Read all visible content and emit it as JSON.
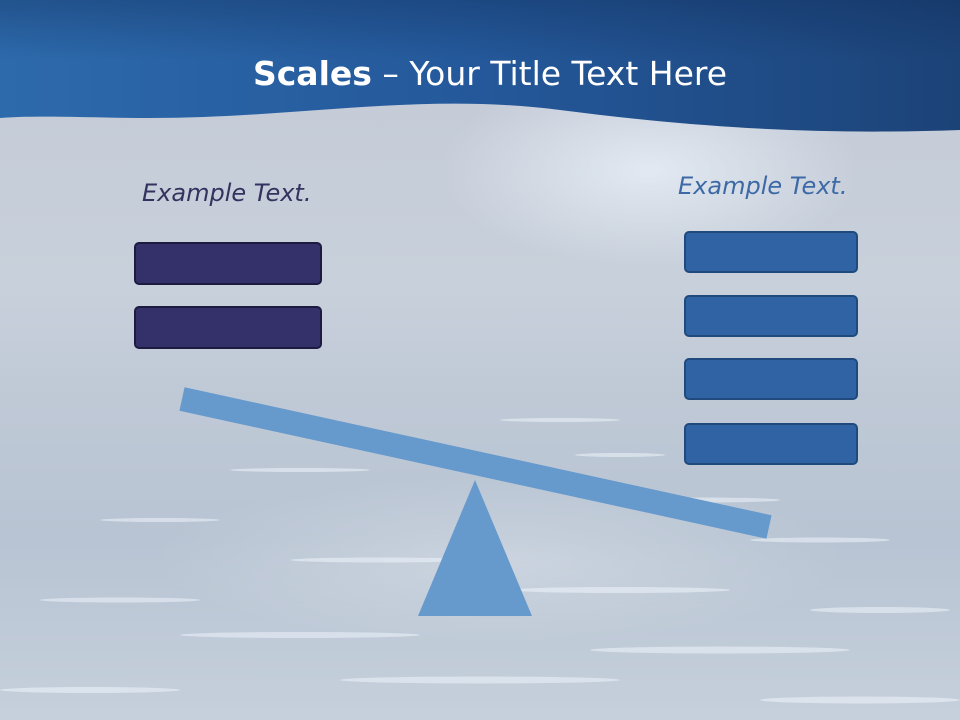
{
  "slide": {
    "title_bold": "Scales",
    "title_rest": " – Your Title Text Here",
    "left_panel": {
      "label": "Example Text.",
      "box_count": 2
    },
    "right_panel": {
      "label": "Example Text.",
      "box_count": 4
    },
    "colors": {
      "header_dark": "#1f4d85",
      "header_light": "#2f6aaa",
      "left_box": "#34306a",
      "right_box": "#2f63a3",
      "beam": "#6699cc",
      "fulcrum": "#6699cc",
      "left_label": "#34325f",
      "right_label": "#3d6aa6"
    }
  }
}
